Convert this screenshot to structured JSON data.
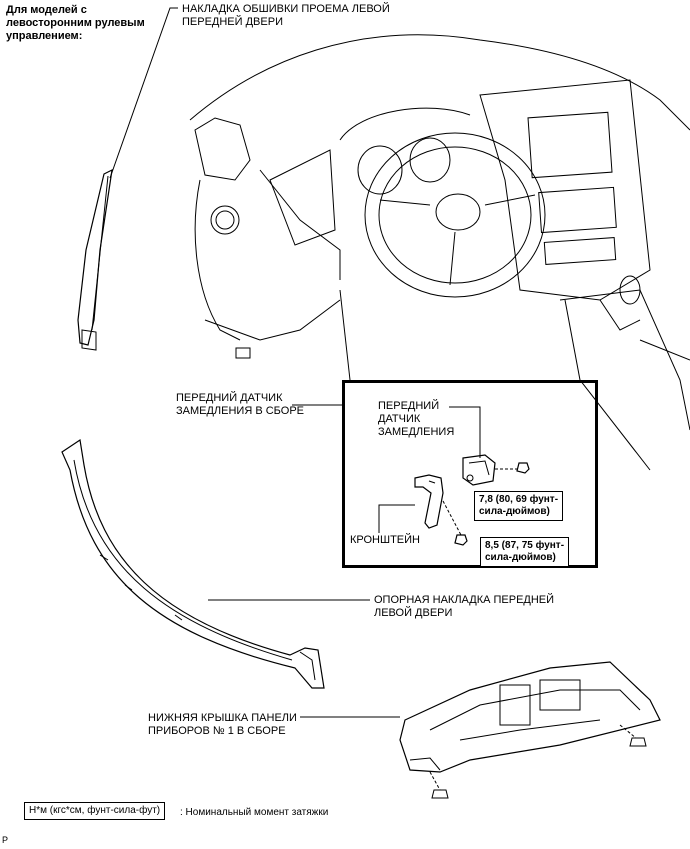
{
  "labels": {
    "lhd_models": "Для моделей с\nлевосторонним рулевым\nуправлением:",
    "front_door_opening_trim": "НАКЛАДКА ОБШИВКИ ПРОЕМА ЛЕВОЙ\nПЕРЕДНЕЙ ДВЕРИ",
    "decel_sensor_assembly": "ПЕРЕДНИЙ ДАТЧИК\nЗАМЕДЛЕНИЯ В СБОРЕ",
    "decel_sensor": "ПЕРЕДНИЙ\nДАТЧИК\nЗАМЕДЛЕНИЯ",
    "bracket": "КРОНШТЕЙН",
    "scuff_plate": "ОПОРНАЯ НАКЛАДКА ПЕРЕДНЕЙ\nЛЕВОЙ ДВЕРИ",
    "lower_panel": "НИЖНЯЯ КРЫШКА ПАНЕЛИ\nПРИБОРОВ № 1 В СБОРЕ"
  },
  "torques": {
    "sensor_nut": "7,8 (80, 69 фунт-\nсила-дюймов)",
    "bracket_nut": "8,5 (87, 75 фунт-\nсила-дюймов)"
  },
  "legend": {
    "unit_box": "Н*м (кгс*см, фунт-сила-фут)",
    "description": ": Номинальный момент затяжки"
  },
  "corner_mark": "P"
}
